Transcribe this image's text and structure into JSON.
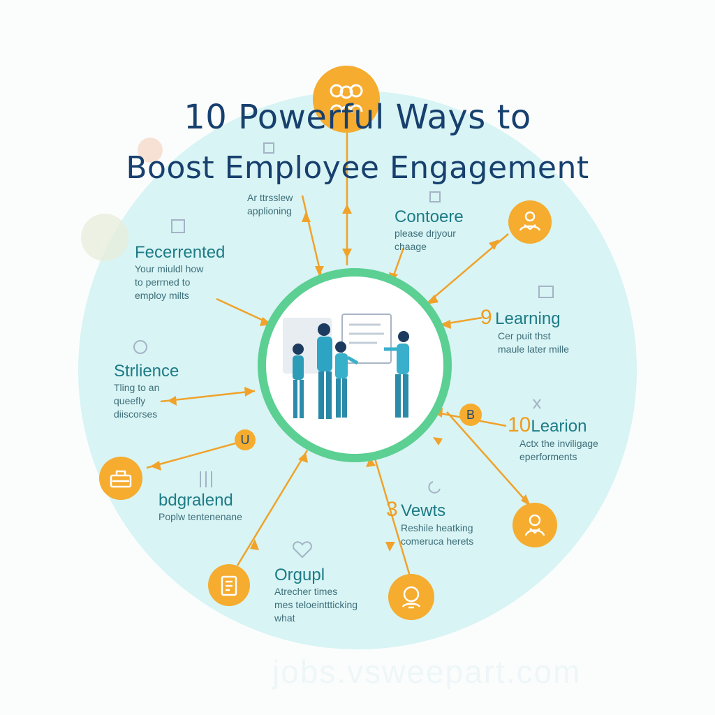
{
  "title": {
    "line1": "10 Powerful Ways to",
    "line2": "Boost Employee Engagement"
  },
  "colors": {
    "circle": "#d8f4f4",
    "ring": "#5ccf92",
    "accent": "#f5ac2f",
    "heading": "#1d7b86",
    "title": "#17406e"
  },
  "items": [
    {
      "id": "top-left",
      "head": "",
      "body": [
        "Ar ttrsslew",
        "applioning"
      ]
    },
    {
      "id": "contoere",
      "head": "Contoere",
      "body": [
        "please drjyour",
        "chaage"
      ]
    },
    {
      "id": "fecerrented",
      "head": "Fecerrented",
      "body": [
        "Your miuldl how",
        "to perrned to",
        "employ milts"
      ]
    },
    {
      "id": "learning",
      "number": "9",
      "head": "Learning",
      "body": [
        "Cer puit thst",
        "maule later mille"
      ]
    },
    {
      "id": "strlience",
      "head": "Strlience",
      "body": [
        "Tling to an",
        "queefly",
        "diiscorses"
      ]
    },
    {
      "id": "learion",
      "number": "10",
      "head": "Learion",
      "body": [
        "Actx the inviligage",
        "eperforments"
      ]
    },
    {
      "id": "bdgralend",
      "head": "bdgralend",
      "body": [
        "Poplw tentenenane"
      ]
    },
    {
      "id": "vewts",
      "number": "3",
      "head": "Vewts",
      "body": [
        "Reshile heatking",
        "comeruca herets"
      ]
    },
    {
      "id": "orgupl",
      "head": "Orgupl",
      "body": [
        "Atrecher times",
        "mes teloeinttticking",
        "what"
      ]
    }
  ],
  "mini_badges": [
    "U",
    "B"
  ],
  "watermark": "jobs.vsweepart.com",
  "icons": [
    "people-icon",
    "handshake-icon",
    "mentor-icon",
    "team-icon",
    "toolbox-icon",
    "clipboard-icon",
    "idea-icon"
  ]
}
